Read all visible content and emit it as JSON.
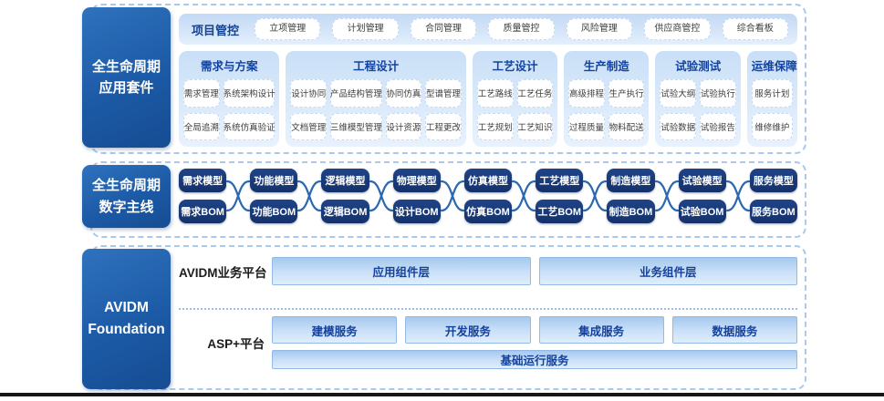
{
  "app_suite": {
    "sidebar_lines": [
      "全生命周期",
      "应用套件"
    ],
    "project_row": {
      "label": "项目管控",
      "buttons": [
        "立项管理",
        "计划管理",
        "合同管理",
        "质量管控",
        "风险管理",
        "供应商管控",
        "综合看板"
      ]
    },
    "groups": [
      {
        "title": "需求与方案",
        "cols": 2,
        "items": [
          "需求管理",
          "系统架构设计",
          "全局追溯",
          "系统仿真验证"
        ]
      },
      {
        "title": "工程设计",
        "cols": 4,
        "items": [
          "设计协同",
          "产品结构管理",
          "协同仿真",
          "型谱管理",
          "文档管理",
          "三维模型管理",
          "设计资源",
          "工程更改"
        ]
      },
      {
        "title": "工艺设计",
        "cols": 2,
        "items": [
          "工艺路线",
          "工艺任务",
          "工艺规划",
          "工艺知识"
        ]
      },
      {
        "title": "生产制造",
        "cols": 2,
        "items": [
          "高级排程",
          "生产执行",
          "过程质量",
          "物料配送"
        ]
      },
      {
        "title": "试验测试",
        "cols": 2,
        "items": [
          "试验大纲",
          "试验执行",
          "试验数据",
          "试验报告"
        ]
      },
      {
        "title": "运维保障",
        "cols": 1,
        "items": [
          "服务计划",
          "维修维护"
        ]
      }
    ]
  },
  "digital_thread": {
    "sidebar_lines": [
      "全生命周期",
      "数字主线"
    ],
    "pairs": [
      {
        "model": "需求模型",
        "bom": "需求BOM"
      },
      {
        "model": "功能模型",
        "bom": "功能BOM"
      },
      {
        "model": "逻辑模型",
        "bom": "逻辑BOM"
      },
      {
        "model": "物理模型",
        "bom": "设计BOM"
      },
      {
        "model": "仿真模型",
        "bom": "仿真BOM"
      },
      {
        "model": "工艺模型",
        "bom": "工艺BOM"
      },
      {
        "model": "制造模型",
        "bom": "制造BOM"
      },
      {
        "model": "试验模型",
        "bom": "试验BOM"
      },
      {
        "model": "服务模型",
        "bom": "服务BOM"
      }
    ]
  },
  "foundation": {
    "sidebar_lines": [
      "AVIDM",
      "Foundation"
    ],
    "business_platform": {
      "label": "AVIDM业务平台",
      "bars": [
        "应用组件层",
        "业务组件层"
      ]
    },
    "asp_platform": {
      "label": "ASP+平台",
      "services": [
        "建模服务",
        "开发服务",
        "集成服务",
        "数据服务"
      ],
      "base_bar": "基础运行服务"
    }
  },
  "colors": {
    "sidebar_blue": "#1c5aa6",
    "node_navy": "#18356e",
    "header_text_blue": "#1243a0",
    "bar_text_blue": "#16419b",
    "dashed_border_blue": "#aac8ec",
    "connector_blue": "#2a68b2"
  }
}
